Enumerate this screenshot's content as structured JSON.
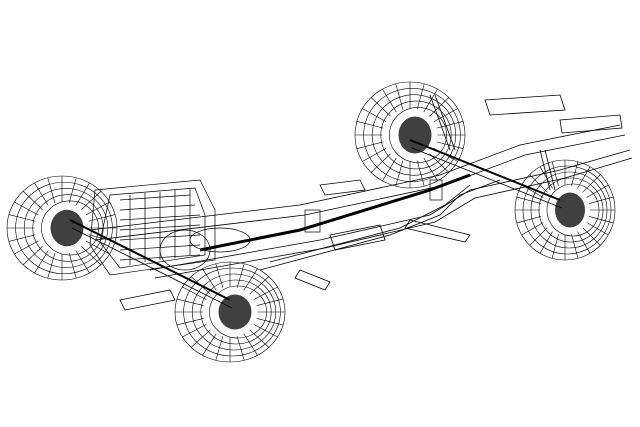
{
  "drawing": {
    "subject": "chassis-wireframe",
    "colors": {
      "background": "#ffffff",
      "line": "#000000"
    },
    "wheels": [
      "front-left",
      "front-right",
      "rear-left",
      "rear-right"
    ]
  }
}
